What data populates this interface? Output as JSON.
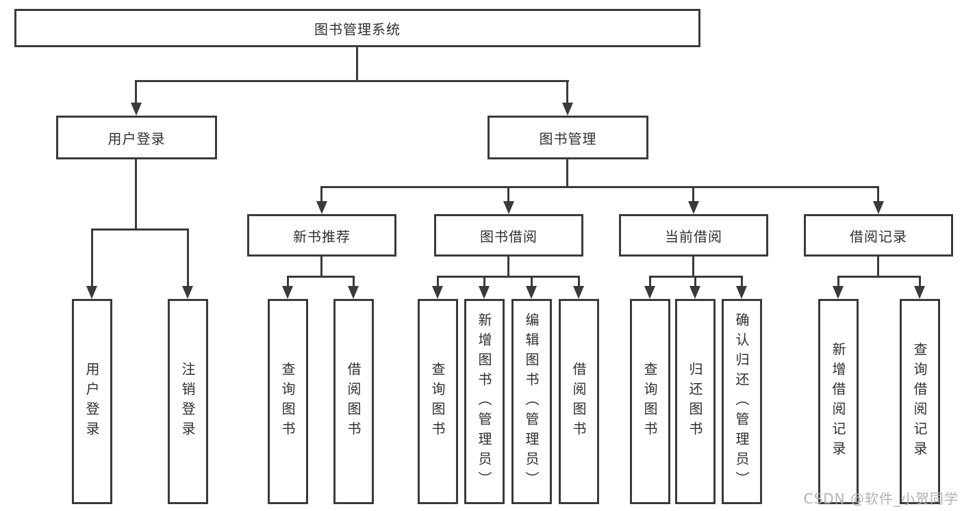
{
  "diagram": {
    "root": {
      "label": "图书管理系统"
    },
    "branches": [
      {
        "label": "用户登录",
        "children": [
          {
            "label": "用户登录"
          },
          {
            "label": "注销登录"
          }
        ]
      },
      {
        "label": "图书管理",
        "children": [
          {
            "label": "新书推荐",
            "children": [
              {
                "label": "查询图书"
              },
              {
                "label": "借阅图书"
              }
            ]
          },
          {
            "label": "图书借阅",
            "children": [
              {
                "label": "查询图书"
              },
              {
                "label": "新增图书（管理员）"
              },
              {
                "label": "编辑图书（管理员）"
              },
              {
                "label": "借阅图书"
              }
            ]
          },
          {
            "label": "当前借阅",
            "children": [
              {
                "label": "查询图书"
              },
              {
                "label": "归还图书"
              },
              {
                "label": "确认归还（管理员）"
              }
            ]
          },
          {
            "label": "借阅记录",
            "children": [
              {
                "label": "新增借阅记录"
              },
              {
                "label": "查询借阅记录"
              }
            ]
          }
        ]
      }
    ]
  },
  "watermark": {
    "text": "CSDN @软件_小贺同学"
  },
  "colors": {
    "line": "#3a3a3a",
    "text": "#2f2f2f",
    "watermark": "#b2b0b0",
    "background": "#ffffff"
  }
}
